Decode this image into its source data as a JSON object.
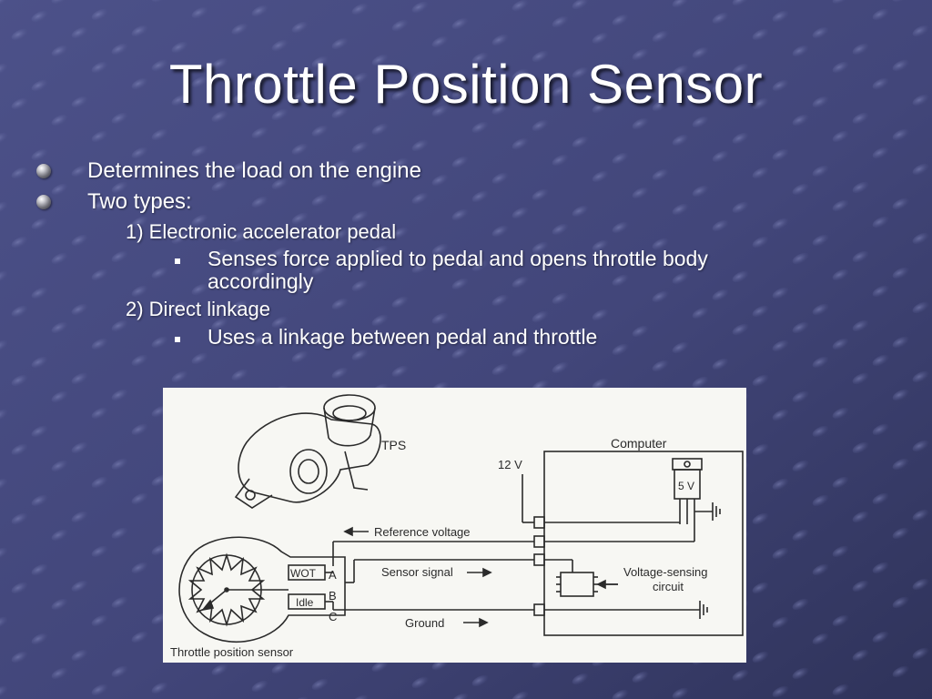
{
  "slide": {
    "title": "Throttle Position Sensor",
    "bullets": [
      {
        "text": "Determines the load on the engine"
      },
      {
        "text": "Two types:"
      }
    ],
    "sub": [
      {
        "text": "1) Electronic accelerator pedal"
      },
      {
        "text": "2) Direct linkage"
      }
    ],
    "details": [
      {
        "text": "Senses force applied to pedal and opens throttle body accordingly"
      },
      {
        "text": "Uses a linkage between pedal and throttle"
      }
    ]
  },
  "diagram": {
    "tps": "TPS",
    "computer": "Computer",
    "v12": "12 V",
    "v5": "5 V",
    "reference_voltage": "Reference voltage",
    "sensor_signal": "Sensor signal",
    "voltage_sensing_1": "Voltage-sensing",
    "voltage_sensing_2": "circuit",
    "ground": "Ground",
    "wot": "WOT",
    "idle": "Idle",
    "pin_a": "A",
    "pin_b": "B",
    "pin_c": "C",
    "caption": "Throttle position sensor"
  },
  "colors": {
    "background_top": "#4b4f86",
    "background_bottom": "#33375f",
    "text": "#ffffff"
  }
}
